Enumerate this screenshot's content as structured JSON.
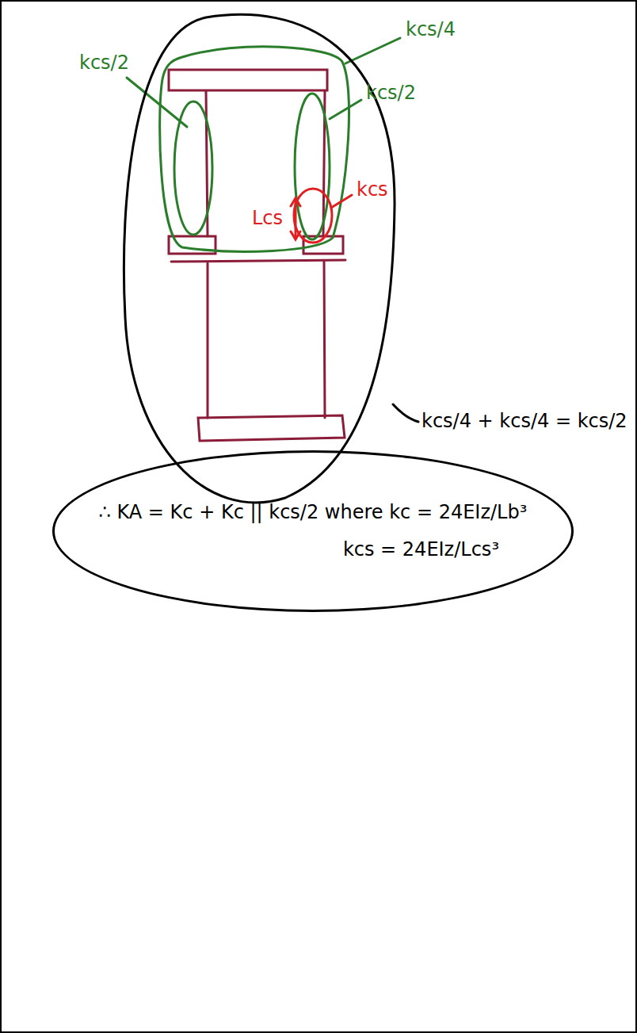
{
  "diagram": {
    "nodes": [
      {
        "text": [
          "∴ KA = Kc + Kc || kcs/2 where kc = 24EIz/Lb³",
          "kcs = 24EIz/Lcs³"
        ]
      }
    ],
    "labels": [
      "kcs/4",
      "kcs/2",
      "kcs/2",
      "kcs",
      "Lcs",
      "kcs/4 + kcs/4 = kcs/2"
    ]
  }
}
